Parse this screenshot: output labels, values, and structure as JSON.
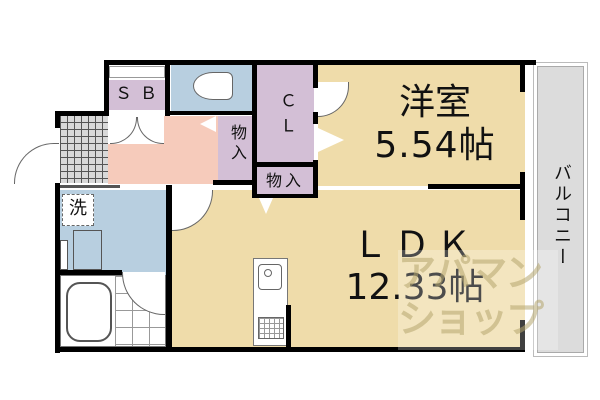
{
  "floor_plan": {
    "rooms": {
      "western_room": {
        "name": "洋室",
        "area": "5.54帖"
      },
      "ldk": {
        "name": "ＬＤＫ",
        "area": "12.33帖"
      },
      "closet": {
        "name": "ＣＬ"
      },
      "storage_1": {
        "name": "物入"
      },
      "storage_2": {
        "name": "物入"
      },
      "shoe_box": {
        "name": "ＳＢ"
      },
      "washroom": {
        "name": "洗"
      },
      "balcony": {
        "name": "バルコニー"
      }
    },
    "colors": {
      "living": "#efdcaa",
      "storage": "#d3bfd6",
      "wet_area": "#b8cfe0",
      "hall": "#f6cbbb",
      "balcony": "#dcdcdc",
      "entrance_tile": "#d9d9d9",
      "wall": "#000000"
    },
    "watermark": {
      "line1": "アパマン",
      "line2": "ショップ"
    }
  }
}
